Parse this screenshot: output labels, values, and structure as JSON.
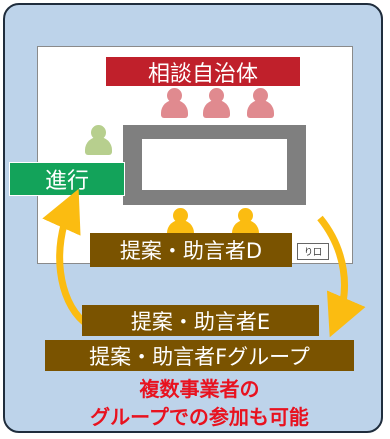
{
  "title": "相談自治体",
  "moderator": "進行",
  "proposers": {
    "d": "提案・助言者D",
    "e": "提案・助言者E",
    "f": "提案・助言者Fグループ"
  },
  "door_label": "り口",
  "note": {
    "line1": "複数事業者の",
    "line2": "グループでの参加も可能"
  },
  "colors": {
    "background": "#bdd3ea",
    "title_bar": "#c0202b",
    "moderator_bar": "#13a35a",
    "proposer_bar": "#7a5300",
    "arrow": "#fbbc11",
    "note_text": "#e8121f"
  }
}
